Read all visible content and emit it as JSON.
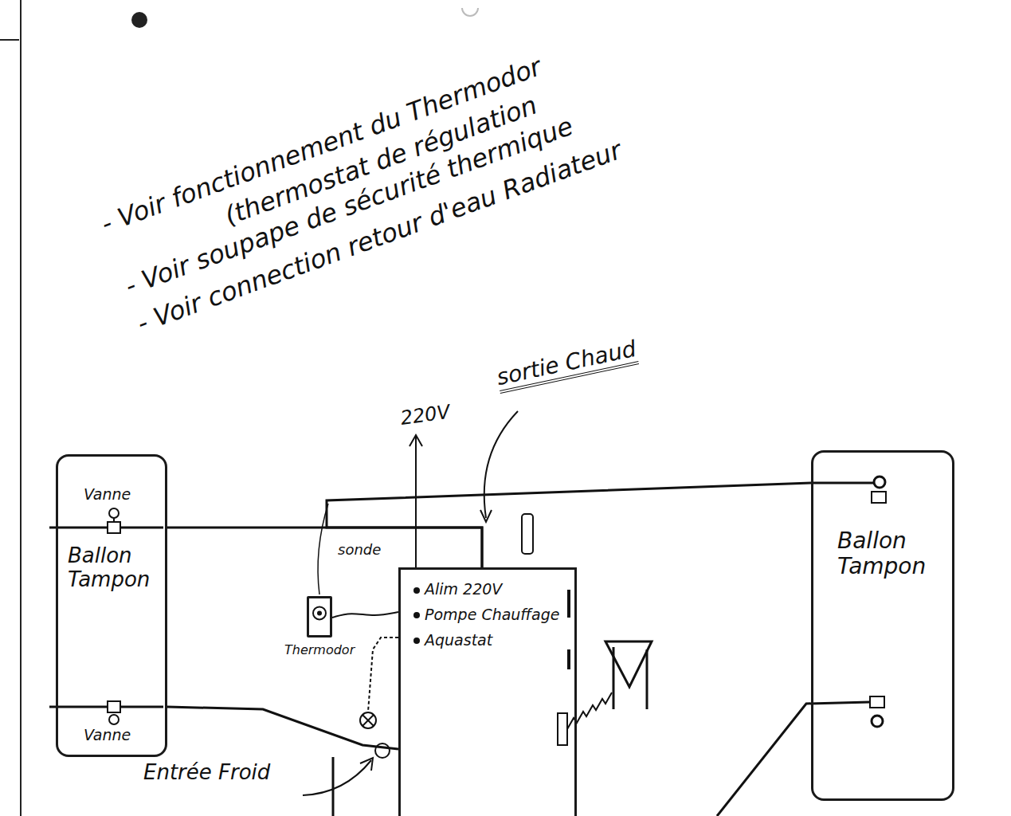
{
  "diagram": {
    "nodes": [
      {
        "text": [
          "Ballon Tampon"
        ]
      },
      {
        "text": [
          "Ballon Tampon"
        ]
      },
      {
        "text": [
          "Thermodor"
        ]
      },
      {
        "text": [
          "Alim 220V",
          "Pompe Chauffage",
          "Aquastat"
        ]
      }
    ],
    "edges": [
      {
        "from": 3,
        "to": 0,
        "arrow": "none"
      },
      {
        "from": 3,
        "to": 1,
        "arrow": "none"
      },
      {
        "from": 0,
        "to": 3,
        "arrow": "none"
      },
      {
        "from": 2,
        "to": 3,
        "arrow": "none"
      }
    ],
    "labels": [
      "- Voir fonctionnement du Thermodor",
      "(thermostat de régulation",
      "- Voir soupape de sécurité thermique",
      "- Voir connection retour d'eau Radiateur",
      "220V",
      "sortie Chaud",
      "Vanne",
      "Vanne",
      "sonde",
      "Entrée Froid"
    ]
  }
}
